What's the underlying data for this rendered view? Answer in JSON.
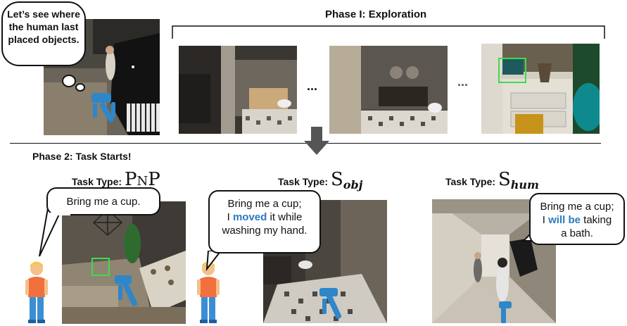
{
  "thought_bubble": {
    "text": "Let’s see where the human last placed objects."
  },
  "phase1": {
    "title": "Phase I: Exploration",
    "ellipsis": "..."
  },
  "phase2": {
    "title": "Phase 2: Task Starts!"
  },
  "tasks": [
    {
      "prefix": "Task Type:",
      "symbol": "PnP",
      "subscript": "",
      "speech": "Bring me a cup."
    },
    {
      "prefix": "Task Type:",
      "symbol": "S",
      "subscript": "obj",
      "speech_a": "Bring me a cup;",
      "speech_b": "I ",
      "speech_hl": "moved",
      "speech_c": " it while",
      "speech_d": "washing my hand."
    },
    {
      "prefix": "Task Type:",
      "symbol": "S",
      "subscript": "hum",
      "speech_a": "Bring me a cup;",
      "speech_b": "I ",
      "speech_hl": "will be",
      "speech_c": " taking",
      "speech_d": "a bath."
    }
  ],
  "colors": {
    "highlight": "#2a7bbf",
    "target_box": "#3ddc4a",
    "robot": "#2f86c9",
    "arrow": "#555555"
  }
}
